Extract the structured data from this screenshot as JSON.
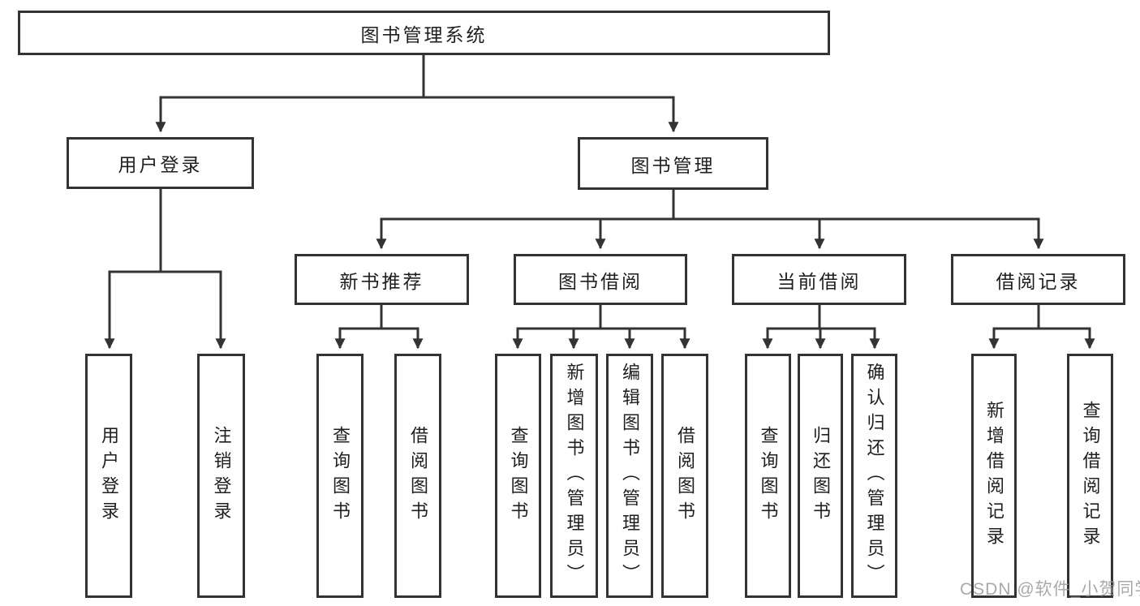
{
  "diagram": {
    "root": {
      "label": "图书管理系统"
    },
    "branches": {
      "user_login": {
        "label": "用户登录",
        "children": {
          "login": {
            "label": "用户登录"
          },
          "logout": {
            "label": "注销登录"
          }
        }
      },
      "book_mgmt": {
        "label": "图书管理",
        "children": {
          "new_book_rec": {
            "label": "新书推荐",
            "children": {
              "query_books": {
                "label": "查询图书"
              },
              "borrow_books": {
                "label": "借阅图书"
              }
            }
          },
          "book_borrow": {
            "label": "图书借阅",
            "children": {
              "query_books": {
                "label": "查询图书"
              },
              "add_books": {
                "label": "新增图书（管理员）"
              },
              "edit_books": {
                "label": "编辑图书（管理员）"
              },
              "borrow_books": {
                "label": "借阅图书"
              }
            }
          },
          "current_borrow": {
            "label": "当前借阅",
            "children": {
              "query_books": {
                "label": "查询图书"
              },
              "return_books": {
                "label": "归还图书"
              },
              "confirm_return": {
                "label": "确认归还（管理员）"
              }
            }
          },
          "borrow_records": {
            "label": "借阅记录",
            "children": {
              "add_record": {
                "label": "新增借阅记录"
              },
              "query_record": {
                "label": "查询借阅记录"
              }
            }
          }
        }
      }
    }
  },
  "colors": {
    "line": "#333333",
    "text": "#1f1f1f",
    "background": "#ffffff",
    "watermark": "#9b9b9b"
  },
  "watermark": "CSDN @软件_小贺同学"
}
